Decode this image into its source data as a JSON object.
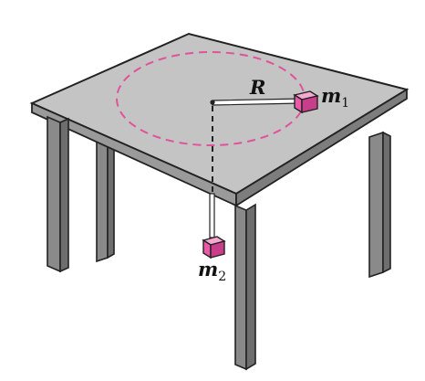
{
  "diagram": {
    "labels": {
      "radius": "R",
      "mass1": "m",
      "mass1_sub": "1",
      "mass2": "m",
      "mass2_sub": "2"
    },
    "colors": {
      "tabletop": "#c4c4c4",
      "table_edge": "#8f8f8f",
      "legs_front": "#8a8a8a",
      "legs_side": "#6e6e6e",
      "orbit_path": "#e0529a",
      "mass_front": "#e95aa7",
      "mass_top": "#f6a9d0",
      "mass_side": "#c93e8a",
      "string": "#ffffff",
      "outline": "#222222"
    }
  }
}
